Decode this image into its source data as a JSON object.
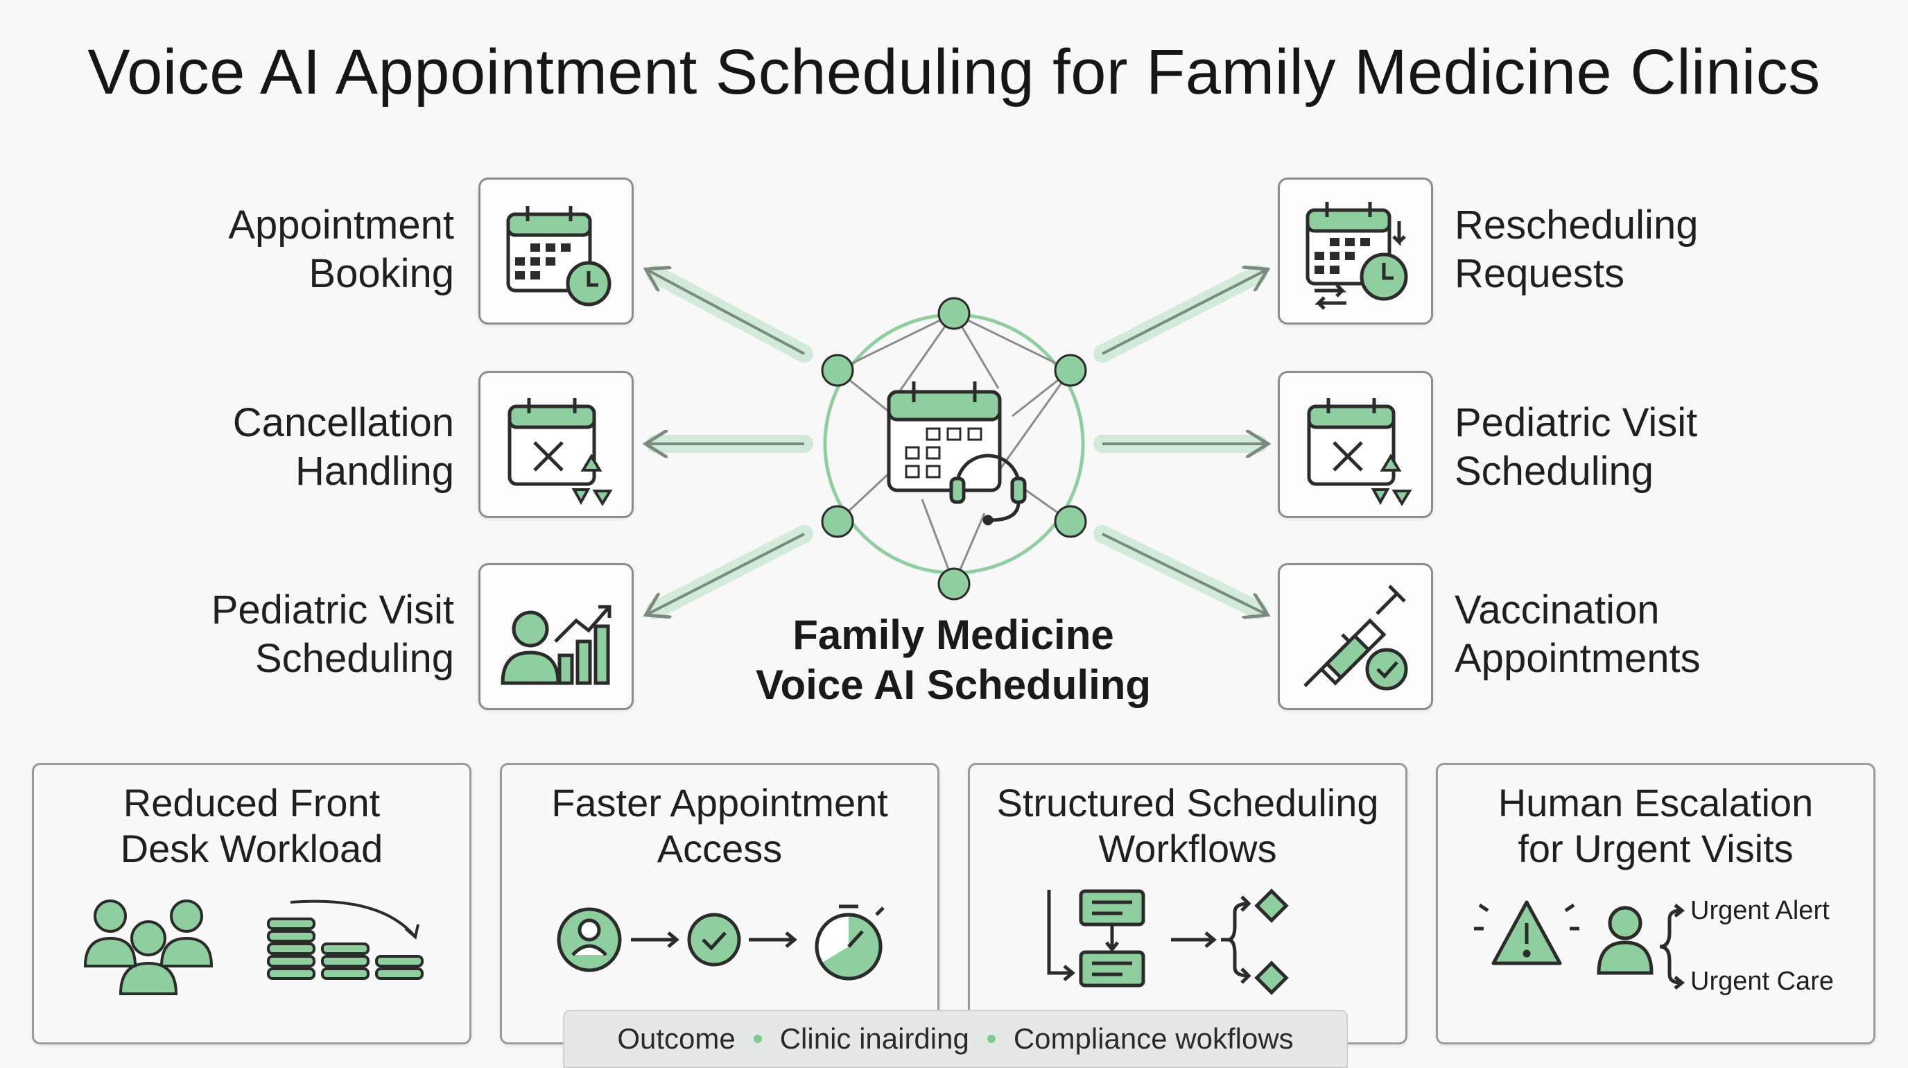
{
  "title": "Voice AI Appointment Scheduling for Family Medicine Clinics",
  "hub": {
    "line1": "Family Medicine",
    "line2": "Voice AI Scheduling"
  },
  "features_left": [
    {
      "line1": "Appointment",
      "line2": "Booking",
      "icon": "calendar-clock-icon"
    },
    {
      "line1": "Cancellation",
      "line2": "Handling",
      "icon": "calendar-cancel-recycle-icon"
    },
    {
      "line1": "Pediatric Visit",
      "line2": "Scheduling",
      "icon": "person-growth-chart-icon"
    }
  ],
  "features_right": [
    {
      "line1": "Rescheduling",
      "line2": "Requests",
      "icon": "calendar-reschedule-icon"
    },
    {
      "line1": "Pediatric Visit",
      "line2": "Scheduling",
      "icon": "calendar-cancel-recycle-icon"
    },
    {
      "line1": "Vaccination",
      "line2": "Appointments",
      "icon": "syringe-check-icon"
    }
  ],
  "outcomes": [
    {
      "line1": "Reduced Front",
      "line2": "Desk Workload",
      "icon": "staff-and-stacks-icon"
    },
    {
      "line1": "Faster Appointment",
      "line2": "Access",
      "icon": "user-check-timer-icon"
    },
    {
      "line1": "Structured Scheduling",
      "line2": "Workflows",
      "icon": "flowchart-branch-icon"
    },
    {
      "line1": "Human Escalation",
      "line2": "for Urgent Visits",
      "icon": "alert-escalation-icon",
      "branch_top": "Urgent Alert",
      "branch_bottom": "Urgent Care"
    }
  ],
  "footer": [
    "Outcome",
    "Clinic inairding",
    "Compliance wokflows"
  ],
  "colors": {
    "accent_green": "#7cc995",
    "dark_stroke": "#2b2b2b",
    "border_grey": "#8c8c8c"
  }
}
